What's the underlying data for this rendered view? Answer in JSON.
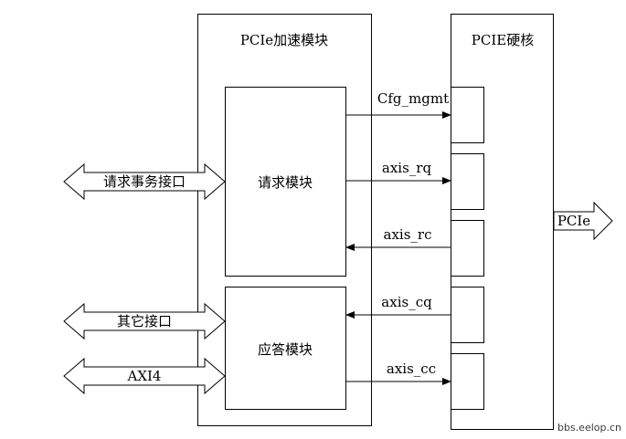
{
  "accelerator": {
    "title": "PCIe加速模块",
    "request_block": "请求模块",
    "response_block": "应答模块"
  },
  "pcie_core": {
    "title": "PCIE硬核",
    "output_label": "PCIe"
  },
  "external_interfaces": {
    "request_txn": "请求事务接口",
    "other": "其它接口",
    "axi4": "AXI4"
  },
  "signals": {
    "cfg_mgmt": "Cfg_mgmt",
    "axis_rq": "axis_rq",
    "axis_rc": "axis_rc",
    "axis_cq": "axis_cq",
    "axis_cc": "axis_cc"
  },
  "watermark": "bbs.eelop.cn"
}
